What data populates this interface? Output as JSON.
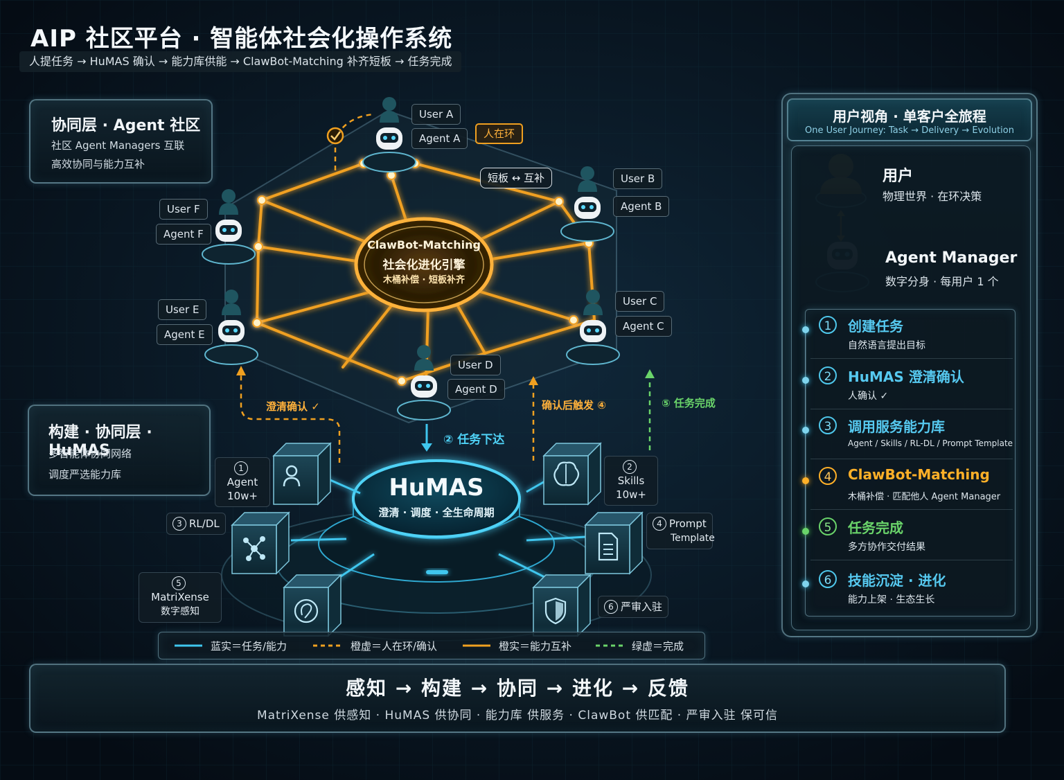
{
  "header": {
    "title": "AIP 社区平台 · 智能体社会化操作系统",
    "subtitle": "人提任务 → HuMAS 确认 → 能力库供能 → ClawBot-Matching 补齐短板 → 任务完成"
  },
  "left_top_panel": {
    "title": "协同层 · Agent 社区",
    "line1": "社区 Agent Managers 互联",
    "line2": "高效协同与能力互补"
  },
  "left_mid_panel": {
    "title": "构建 · 协同层 · HuMAS",
    "line1": "多智能体协同网络",
    "line2": "调度严选能力库"
  },
  "community": {
    "nodes": [
      {
        "id": "A",
        "user": "User A",
        "agent": "Agent A"
      },
      {
        "id": "B",
        "user": "User B",
        "agent": "Agent B"
      },
      {
        "id": "C",
        "user": "User C",
        "agent": "Agent C"
      },
      {
        "id": "D",
        "user": "User D",
        "agent": "Agent D"
      },
      {
        "id": "E",
        "user": "User E",
        "agent": "Agent E"
      },
      {
        "id": "F",
        "user": "User F",
        "agent": "Agent F"
      }
    ],
    "human_in_loop_tag": "人在环",
    "complement_tag": "短板 ↔ 互补",
    "engine": {
      "line1": "ClawBot-Matching",
      "line2": "社会化进化引擎",
      "line3": "木桶补偿 · 短板补齐"
    }
  },
  "flows": {
    "clarify": "澄清确认 ✓",
    "dispatch": "② 任务下达",
    "trigger": "确认后触发 ④",
    "complete": "⑤ 任务完成"
  },
  "humas": {
    "title": "HuMAS",
    "subtitle": "澄清 · 调度 · 全生命周期"
  },
  "library": [
    {
      "num": "1",
      "name": "Agent",
      "sub": "10w+"
    },
    {
      "num": "2",
      "name": "Skills",
      "sub": "10w+"
    },
    {
      "num": "3",
      "name": "RL/DL",
      "sub": ""
    },
    {
      "num": "4",
      "name": "Prompt",
      "sub": "Template"
    },
    {
      "num": "5",
      "name": "MatriXense",
      "sub": "数字感知"
    },
    {
      "num": "6",
      "name": "严审入驻",
      "sub": ""
    }
  ],
  "legend": [
    {
      "label": "蓝实＝任务/能力",
      "color": "#3fc6ee",
      "style": "solid"
    },
    {
      "label": "橙虚＝人在环/确认",
      "color": "#f0a020",
      "style": "dashed"
    },
    {
      "label": "橙实＝能力互补",
      "color": "#f0a020",
      "style": "solid"
    },
    {
      "label": "绿虚＝完成",
      "color": "#6ad46a",
      "style": "dashed"
    }
  ],
  "journey": {
    "title": "用户视角 · 单客户全旅程",
    "subtitle": "One User Journey: Task → Delivery → Evolution",
    "user_title": "用户",
    "user_desc": "物理世界 · 在环决策",
    "manager_title": "Agent Manager",
    "manager_desc": "数字分身 · 每用户 1 个",
    "steps": [
      {
        "num": "1",
        "title": "创建任务",
        "desc": "自然语言提出目标",
        "color": "#56c9f0"
      },
      {
        "num": "2",
        "title": "HuMAS 澄清确认",
        "desc": "人确认 ✓",
        "color": "#56c9f0"
      },
      {
        "num": "3",
        "title": "调用服务能力库",
        "desc": "Agent / Skills / RL-DL / Prompt Template",
        "color": "#56c9f0"
      },
      {
        "num": "4",
        "title": "ClawBot-Matching",
        "desc": "木桶补偿 · 匹配他人 Agent Manager",
        "color": "#ffb028"
      },
      {
        "num": "5",
        "title": "任务完成",
        "desc": "多方协作交付结果",
        "color": "#6ad46a"
      },
      {
        "num": "6",
        "title": "技能沉淀 · 进化",
        "desc": "能力上架 · 生态生长",
        "color": "#56c9f0"
      }
    ]
  },
  "footer": {
    "flow": "感知 → 构建 → 协同 → 进化 → 反馈",
    "detail": "MatriXense 供感知 · HuMAS 供协同 · 能力库 供服务 · ClawBot 供匹配 · 严审入驻 保可信"
  }
}
